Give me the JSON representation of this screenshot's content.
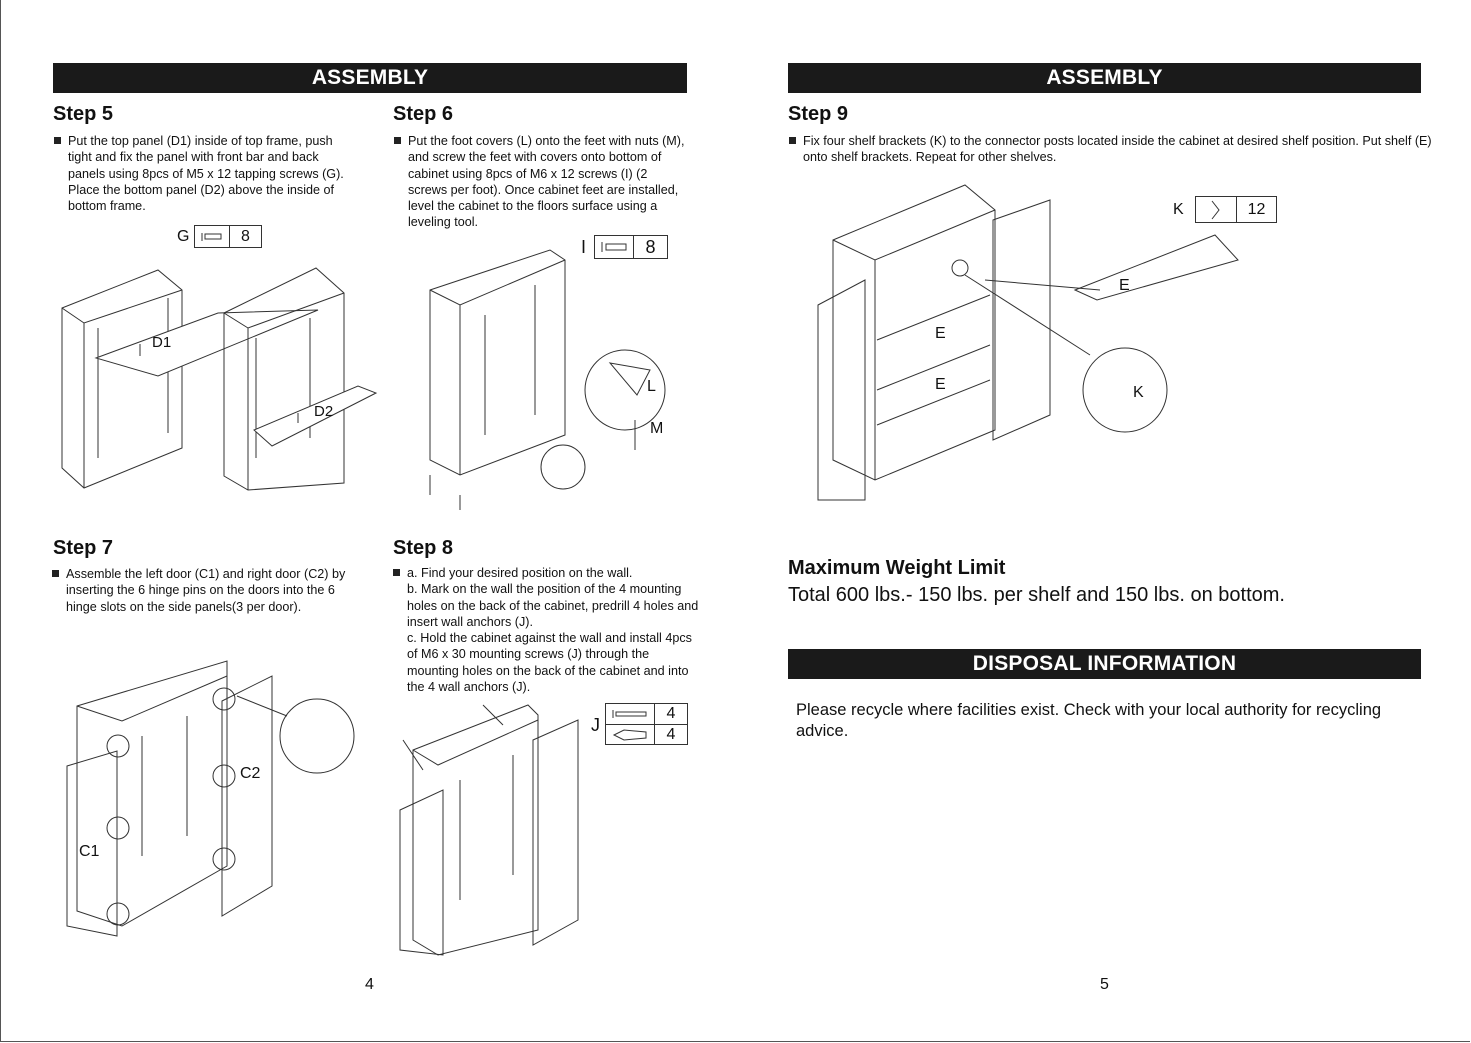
{
  "left_page": {
    "header": "ASSEMBLY",
    "page_number": "4",
    "step5": {
      "title": "Step 5",
      "text": "Put the top panel (D1) inside of top frame, push tight and fix the panel with front bar and back panels using 8pcs of M5 x 12 tapping screws (G). Place the bottom panel (D2) above the inside of bottom frame.",
      "part": {
        "letter": "G",
        "icon": "tapping-screw-icon",
        "qty": "8"
      },
      "labels": {
        "top_panel": "D1",
        "bottom_panel": "D2"
      }
    },
    "step6": {
      "title": "Step 6",
      "text": "Put the foot covers (L) onto the feet with nuts (M), and screw the feet with covers onto bottom of cabinet using 8pcs of M6 x 12 screws (I) (2 screws per foot). Once cabinet feet are installed, level the cabinet to the floors surface using a leveling tool.",
      "part": {
        "letter": "I",
        "icon": "screw-icon",
        "qty": "8"
      },
      "labels": {
        "foot_cover": "L",
        "nut": "M"
      }
    },
    "step7": {
      "title": "Step 7",
      "text": "Assemble the left door (C1) and right door (C2) by inserting the 6 hinge pins on the doors into the 6 hinge slots on the side panels(3 per door).",
      "labels": {
        "left_door": "C1",
        "right_door": "C2"
      }
    },
    "step8": {
      "title": "Step 8",
      "lines": [
        "a. Find your desired position on the wall.",
        "b. Mark on the wall the position of the 4 mounting holes on the back of the cabinet, predrill 4 holes and insert wall anchors (J).",
        "c. Hold the cabinet against the wall and install 4pcs of M6 x 30 mounting screws (J) through the mounting holes on the back of the cabinet and into the 4 wall anchors (J)."
      ],
      "part": {
        "letter": "J",
        "items": [
          {
            "icon": "mounting-screw-icon",
            "qty": "4"
          },
          {
            "icon": "wall-anchor-icon",
            "qty": "4"
          }
        ]
      }
    }
  },
  "right_page": {
    "header": "ASSEMBLY",
    "page_number": "5",
    "step9": {
      "title": "Step 9",
      "text": "Fix four shelf brackets (K) to the connector posts located inside the cabinet at desired shelf position. Put shelf (E) onto shelf brackets. Repeat for other shelves.",
      "part": {
        "letter": "K",
        "icon": "shelf-bracket-icon",
        "qty": "12"
      },
      "labels": {
        "shelf": "E",
        "shelf_upper": "E",
        "shelf_lower": "E",
        "bracket": "K"
      }
    },
    "weight": {
      "title": "Maximum Weight Limit",
      "text": "Total 600 lbs.- 150 lbs. per shelf and 150 lbs. on bottom."
    },
    "disposal": {
      "header": "DISPOSAL INFORMATION",
      "text": "Please recycle where facilities exist. Check with your local authority for recycling advice."
    }
  }
}
